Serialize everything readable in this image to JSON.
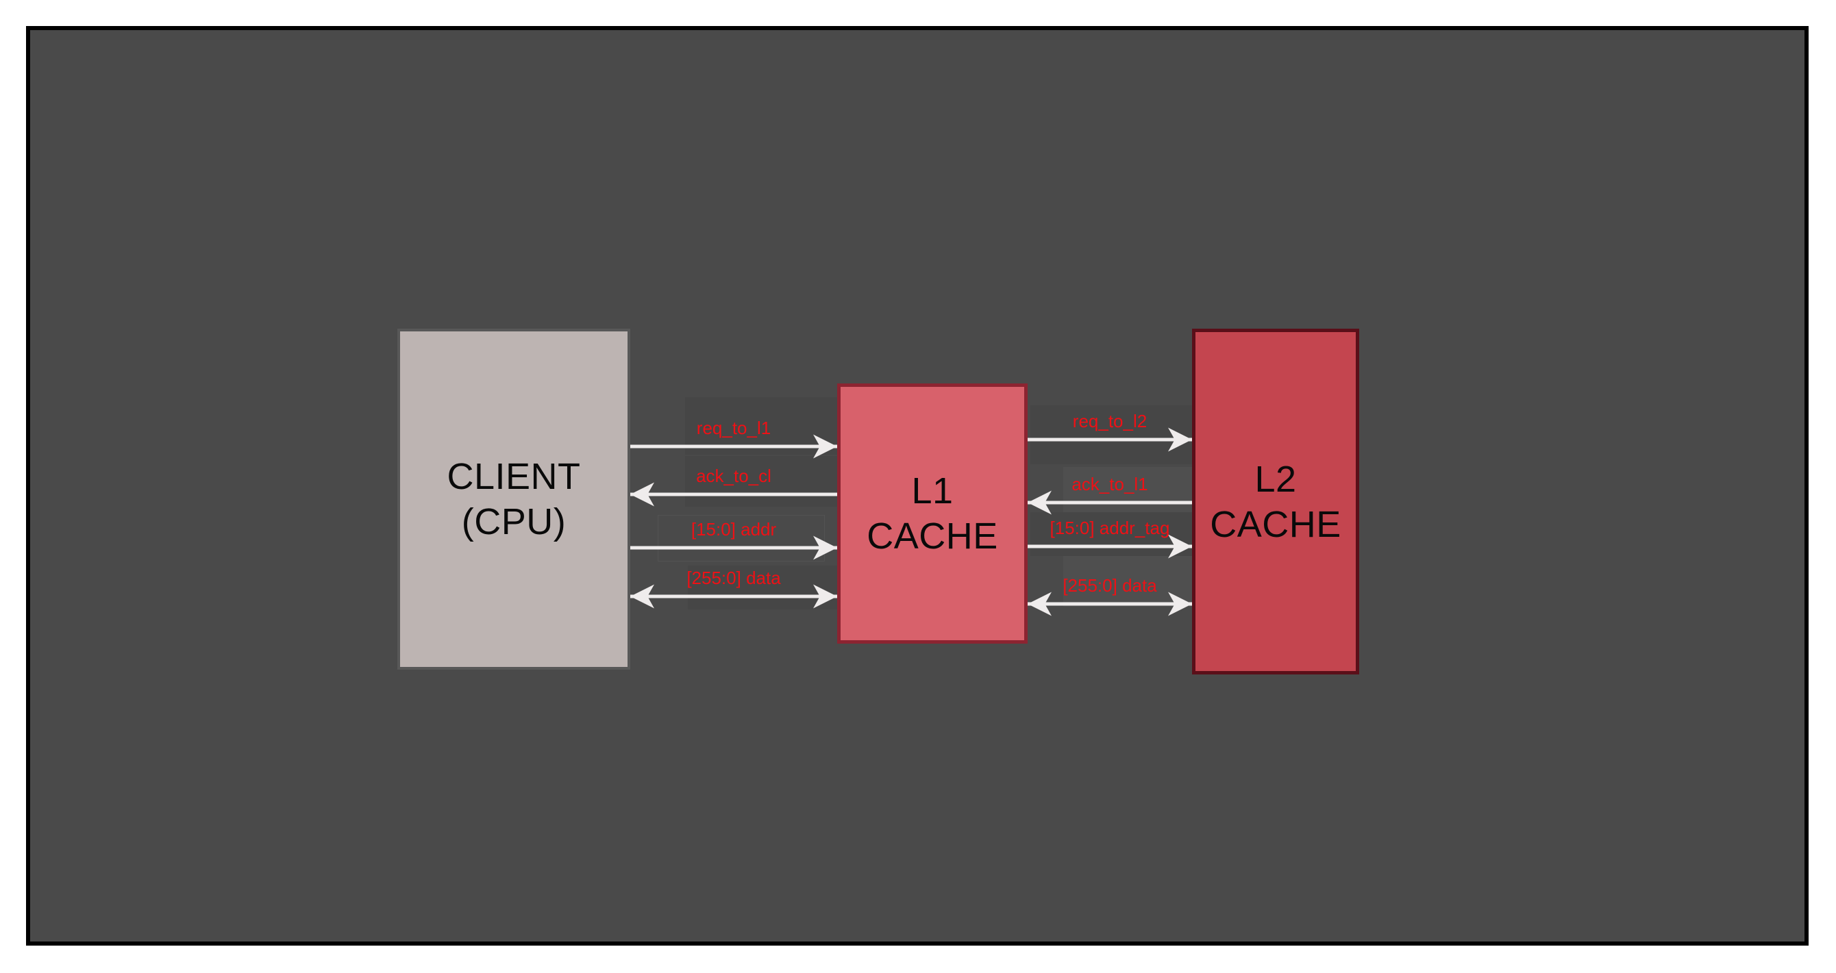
{
  "diagram": {
    "blocks": {
      "client": {
        "line1": "CLIENT",
        "line2": "(CPU)"
      },
      "l1_cache": {
        "line1": "L1",
        "line2": "CACHE"
      },
      "l2_cache": {
        "line1": "L2",
        "line2": "CACHE"
      }
    },
    "buses": {
      "client_l1": [
        {
          "label": "req_to_l1",
          "direction": "client-to-l1"
        },
        {
          "label": "ack_to_cl",
          "direction": "l1-to-client"
        },
        {
          "label": "[15:0] addr",
          "direction": "client-to-l1"
        },
        {
          "label": "[255:0] data",
          "direction": "bidirectional"
        }
      ],
      "l1_l2": [
        {
          "label": "req_to_l2",
          "direction": "l1-to-l2"
        },
        {
          "label": "ack_to_l1",
          "direction": "l2-to-l1"
        },
        {
          "label": "[15:0] addr_tag",
          "direction": "l1-to-l2"
        },
        {
          "label": "[255:0] data",
          "direction": "bidirectional"
        }
      ]
    },
    "colors": {
      "page_bg": "#ffffff",
      "canvas_bg": "#4a4a4a",
      "canvas_border": "#000000",
      "client_fill": "#bdb4b2",
      "client_border": "#585858",
      "l1_fill": "#d8616b",
      "l1_border": "#8c2431",
      "l2_fill": "#c4454f",
      "l2_border": "#5a0f19",
      "signal_text": "#ee1116",
      "wire": "#efecec",
      "block_text": "#0a0a0a"
    }
  }
}
